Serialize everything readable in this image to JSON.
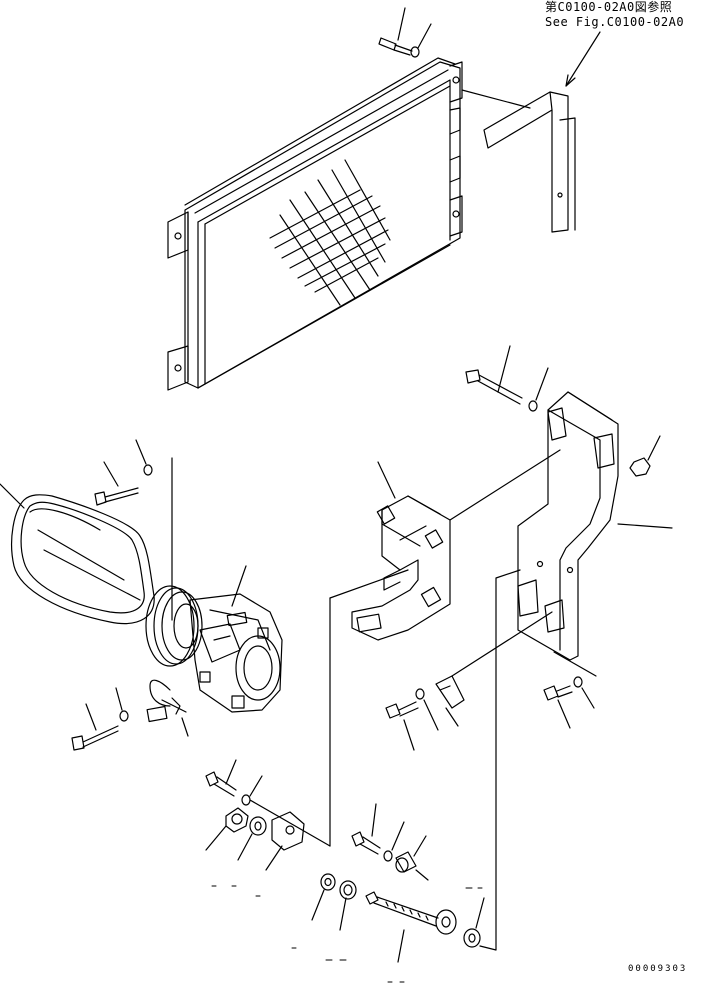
{
  "reference": {
    "jp": "第C0100-02A0図参照",
    "en": "See Fig.C0100-02A0"
  },
  "drawing_number": "00009303"
}
